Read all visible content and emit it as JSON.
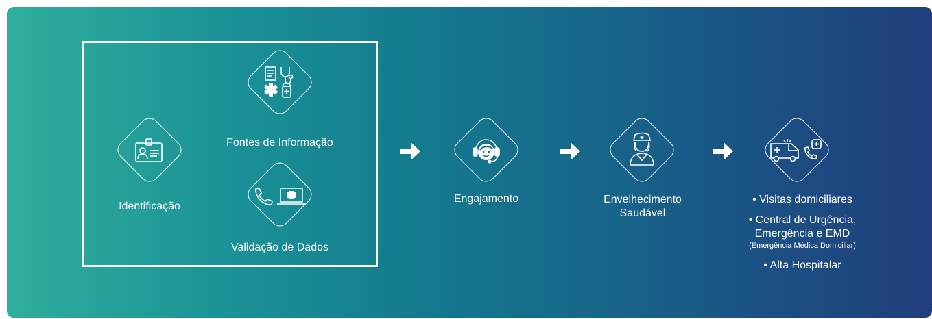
{
  "steps": {
    "fontes": {
      "label": "Fontes de Informação"
    },
    "identificacao": {
      "label": "Identificação"
    },
    "validacao": {
      "label": "Validação de Dados"
    },
    "engajamento": {
      "label": "Engajamento"
    },
    "envelhecimento": {
      "line1": "Envelhecimento",
      "line2": "Saudável"
    }
  },
  "services": {
    "visitas": "• Visitas domiciliares",
    "central_line1": "• Central de Urgência,",
    "central_line2": "Emergência e EMD",
    "central_note": "(Emergência Médica Domiciliar)",
    "alta": "• Alta Hospitalar"
  },
  "colors": {
    "gradient_start": "#2fae9c",
    "gradient_end": "#203e7b",
    "foreground": "#ffffff"
  },
  "icons": [
    "document-icon",
    "stethoscope-icon",
    "medical-star-icon",
    "medicine-bottle-icon",
    "id-card-icon",
    "phone-icon",
    "laptop-medical-icon",
    "headset-agent-icon",
    "nurse-icon",
    "ambulance-icon",
    "phone-medical-icon",
    "arrow-right-icon"
  ]
}
